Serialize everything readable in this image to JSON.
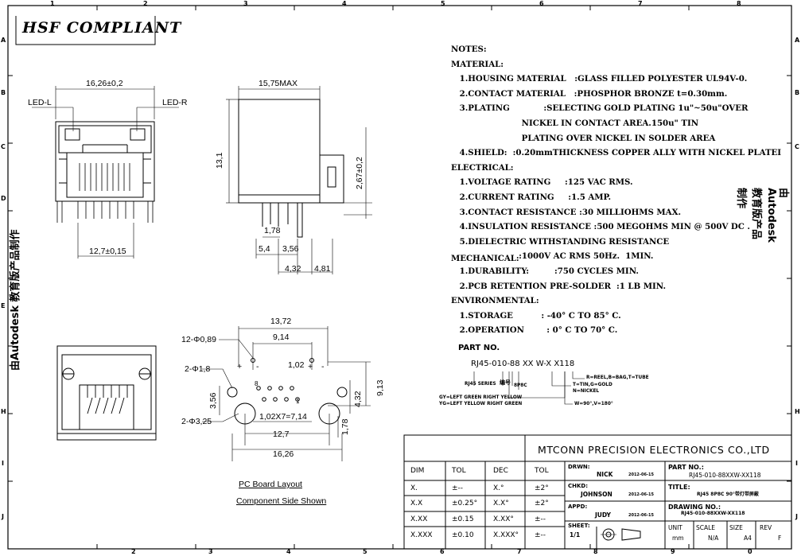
{
  "zones": {
    "top": [
      "1",
      "2",
      "3",
      "4",
      "5",
      "6",
      "7",
      "8"
    ],
    "bottom": [
      "2",
      "3",
      "4",
      "5",
      "6",
      "7",
      "8",
      "9",
      "0"
    ],
    "rows": [
      "A",
      "B",
      "C",
      "D",
      "E",
      "H",
      "I",
      "J"
    ]
  },
  "stamp": "HSF COMPLIANT",
  "front_view": {
    "width": "16,26±0,2",
    "led_left": "LED-L",
    "led_right": "LED-R",
    "pin_span": "12,7±0,15"
  },
  "side_view": {
    "depth": "15,75MAX",
    "height": "13,1",
    "shield_height": "2,67±0,2",
    "d1": "1,78",
    "d2": "5,4",
    "d3": "3,56",
    "d4": "4,32",
    "d5": "4,81"
  },
  "pcb_layout": {
    "d_13_72": "13,72",
    "d_9_14": "9,14",
    "holes_small": "12-Φ0,89",
    "holes_mid": "2-Φ1,8",
    "holes_large": "2-Φ3,25",
    "pitch": "1,02",
    "height_9_13": "9,13",
    "d_3_56": "3,56",
    "d_4_32": "4,32",
    "d_1_78": "1,78",
    "pitch_total": "1,02X7=7,14",
    "span_12_7": "12,7",
    "total_16_26": "16,26",
    "pin_8": "8",
    "pin_1": "1",
    "plus": "+",
    "minus": "-",
    "caption1": "PC Board Layout",
    "caption2": "Component Side Shown"
  },
  "notes": {
    "lines": [
      "NOTES:",
      "MATERIAL:",
      "   1.HOUSING MATERIAL   :GLASS FILLED POLYESTER UL94V-0.",
      "   2.CONTACT MATERIAL   :PHOSPHOR BRONZE t=0.30mm.",
      "   3.PLATING            :SELECTING GOLD PLATING 1u\"~50u\"OVER",
      "                         NICKEL IN CONTACT AREA.150u\" TIN",
      "                         PLATING OVER NICKEL IN SOLDER AREA",
      "   4.SHIELD:  :0.20mmTHICKNESS COPPER ALLY WITH NICKEL PLATEI",
      "ELECTRICAL:",
      "   1.VOLTAGE RATING     :125 VAC RMS.",
      "   2.CURRENT RATING     :1.5 AMP.",
      "   3.CONTACT RESISTANCE :30 MILLIOHMS MAX.",
      "   4.INSULATION RESISTANCE :500 MEGOHMS MIN @ 500V DC .",
      "   5.DIELECTRIC WITHSTANDING RESISTANCE",
      "                        :1000V AC RMS 50Hz.  1MIN.",
      "   1.DURABILITY:         :750 CYCLES MIN.",
      "   2.PCB RETENTION PRE-SOLDER  :1 LB MIN.",
      "ENVIRONMENTAL:",
      "   1.STORAGE          : -40° C TO 85° C.",
      "   2.OPERATION        : 0° C TO 70° C."
    ],
    "mechanical": "MECHANICAL:"
  },
  "part_no": {
    "label": "PART NO.",
    "code": "RJ45-010-88 XX W-X X118",
    "series": "RJ45 SERIES",
    "code_label": "编号",
    "config": "8P8C",
    "reel": "R=REEL,B=BAG,T=TUBE",
    "plating": "T=TIN,G=GOLD",
    "nickel": "N=NICKEL",
    "angle": "W=90°,V=180°",
    "gy": "GY=LEFT GREEN RIGHT YELLOW",
    "yg": "YG=LEFT YELLOW RIGHT GREEN"
  },
  "watermark": "由Autodesk 教育版产品制作",
  "title_block": {
    "company": "MTCONN PRECISION ELECTRONICS CO.,LTD",
    "tol_header": [
      "DIM",
      "TOL",
      "DEC",
      "TOL"
    ],
    "tol_rows": [
      [
        "X.",
        "±--",
        "X.°",
        "±2°"
      ],
      [
        "X.X",
        "±0.25°",
        "X.X°",
        "±2°"
      ],
      [
        "X.XX",
        "±0.15",
        "X.XX°",
        "±--"
      ],
      [
        "X.XXX",
        "±0.10",
        "X.XXX°",
        "±--"
      ]
    ],
    "drwn_label": "DRWN:",
    "drwn_name": "NICK",
    "drwn_date": "2012-06-15",
    "chkd_label": "CHKD:",
    "chkd_name": "JOHNSON",
    "chkd_date": "2012-06-15",
    "appd_label": "APPD:",
    "appd_name": "JUDY",
    "appd_date": "2012-06-15",
    "sheet_label": "SHEET:",
    "sheet_value": "1/1",
    "part_no_label": "PART NO.:",
    "part_no_value": "RJ45-010-88XXW-XX118",
    "title_label": "TITLE:",
    "title_value": "RJ45 8P8C 90°带灯带屏蔽",
    "drawing_no_label": "DRAWING NO.:",
    "drawing_no_value": "RJ45-010-88XXW-XX118",
    "unit_label": "UNIT",
    "unit_value": "mm",
    "scale_label": "SCALE",
    "scale_value": "N/A",
    "size_label": "SIZE",
    "size_value": "A4",
    "rev_label": "REV",
    "rev_value": "F"
  }
}
